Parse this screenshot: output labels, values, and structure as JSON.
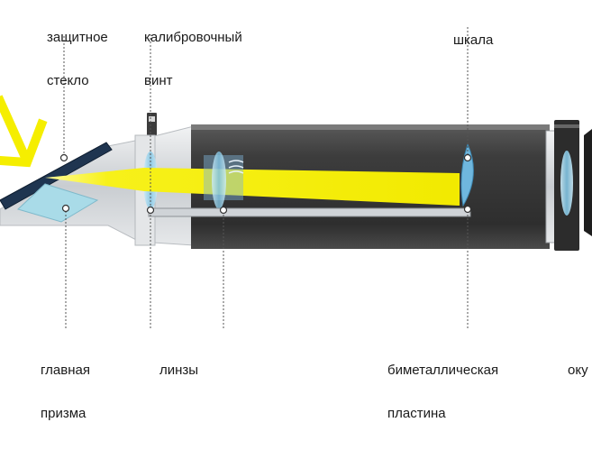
{
  "labels": {
    "protective_glass": [
      "защитное",
      "стекло"
    ],
    "calibration_screw": [
      "калибровочный",
      "винт"
    ],
    "scale": [
      "шкала"
    ],
    "main_prism": [
      "главная",
      "призма"
    ],
    "lenses": [
      "линзы"
    ],
    "bimetallic_plate": [
      "биметаллическая",
      "пластина"
    ],
    "eyepiece": [
      "оку"
    ]
  },
  "colors": {
    "light_beam": "#f7f11a",
    "light_arrow": "#f5ee00",
    "body_dark": "#3a3a3a",
    "tube_light": "#d6d9dc",
    "lens": "#9fd3ea",
    "prism": "#a9dbe8",
    "leader_line": "#444444"
  }
}
